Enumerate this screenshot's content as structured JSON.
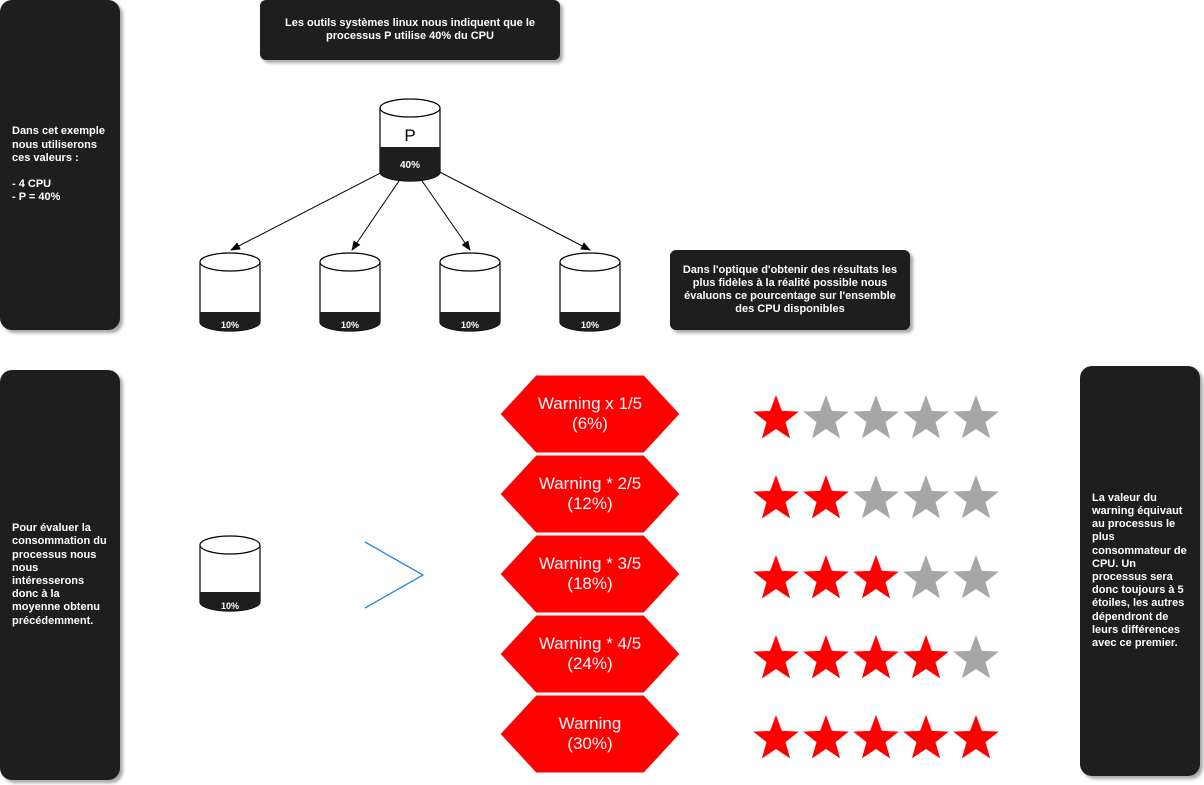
{
  "colors": {
    "panel": "#1e1e1e",
    "warning": "#ff0000",
    "star_active": "#ff0000",
    "star_inactive": "#a6a6a6",
    "chevron": "#1e88e5"
  },
  "left_top_note": "Dans cet exemple nous utiliserons ces valeurs :\n\n- 4 CPU\n- P = 40%",
  "top_note": "Les outils systèmes linux nous indiquent que le processus P utilise 40% du CPU",
  "right_note": "Dans l'optique d'obtenir des résultats les plus fidèles à la réalité possible nous évaluons ce pourcentage sur l'ensemble des CPU disponibles",
  "left_bottom_note": "Pour évaluer la consommation du processus nous nous intéresserons donc à la moyenne obtenu précédemment.",
  "right_bottom_note": "La valeur du warning équivaut au processus le plus consommateur de CPU. Un processus sera donc toujours à 5 étoiles, les autres dépendront de leurs différences avec ce premier.",
  "process": {
    "letter": "P",
    "value": "40%"
  },
  "cpus": [
    {
      "value": "10%"
    },
    {
      "value": "10%"
    },
    {
      "value": "10%"
    },
    {
      "value": "10%"
    }
  ],
  "average_cpu": {
    "value": "10%"
  },
  "warnings": [
    {
      "label": "Warning x 1/5\n(6%)",
      "stars": 1
    },
    {
      "label": "Warning * 2/5\n(12%)",
      "stars": 2
    },
    {
      "label": "Warning * 3/5\n(18%)",
      "stars": 3
    },
    {
      "label": "Warning * 4/5\n(24%)",
      "stars": 4
    },
    {
      "label": "Warning\n(30%)",
      "stars": 5
    }
  ],
  "max_stars": 5
}
